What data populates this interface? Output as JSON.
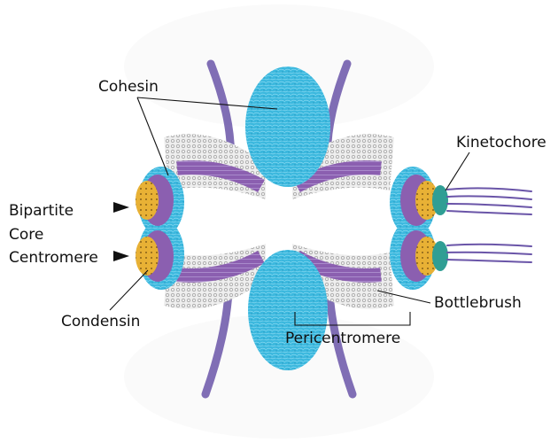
{
  "labels": {
    "cohesin": "Cohesin",
    "kinetochore": "Kinetochore",
    "bipartite_line1": "Bipartite",
    "bipartite_line2": "Core",
    "bipartite_line3": "Centromere",
    "condensin": "Condensin",
    "bottlebrush": "Bottlebrush",
    "pericentromere": "Pericentromere"
  },
  "colors": {
    "cohesin": "#3bb8de",
    "condensin": "#8b5fb0",
    "core_centromere": "#e8b135",
    "kinetochore": "#2f9e94",
    "chromatin_grey": "#b8b8b8",
    "microtubule": "#6a55a8"
  }
}
